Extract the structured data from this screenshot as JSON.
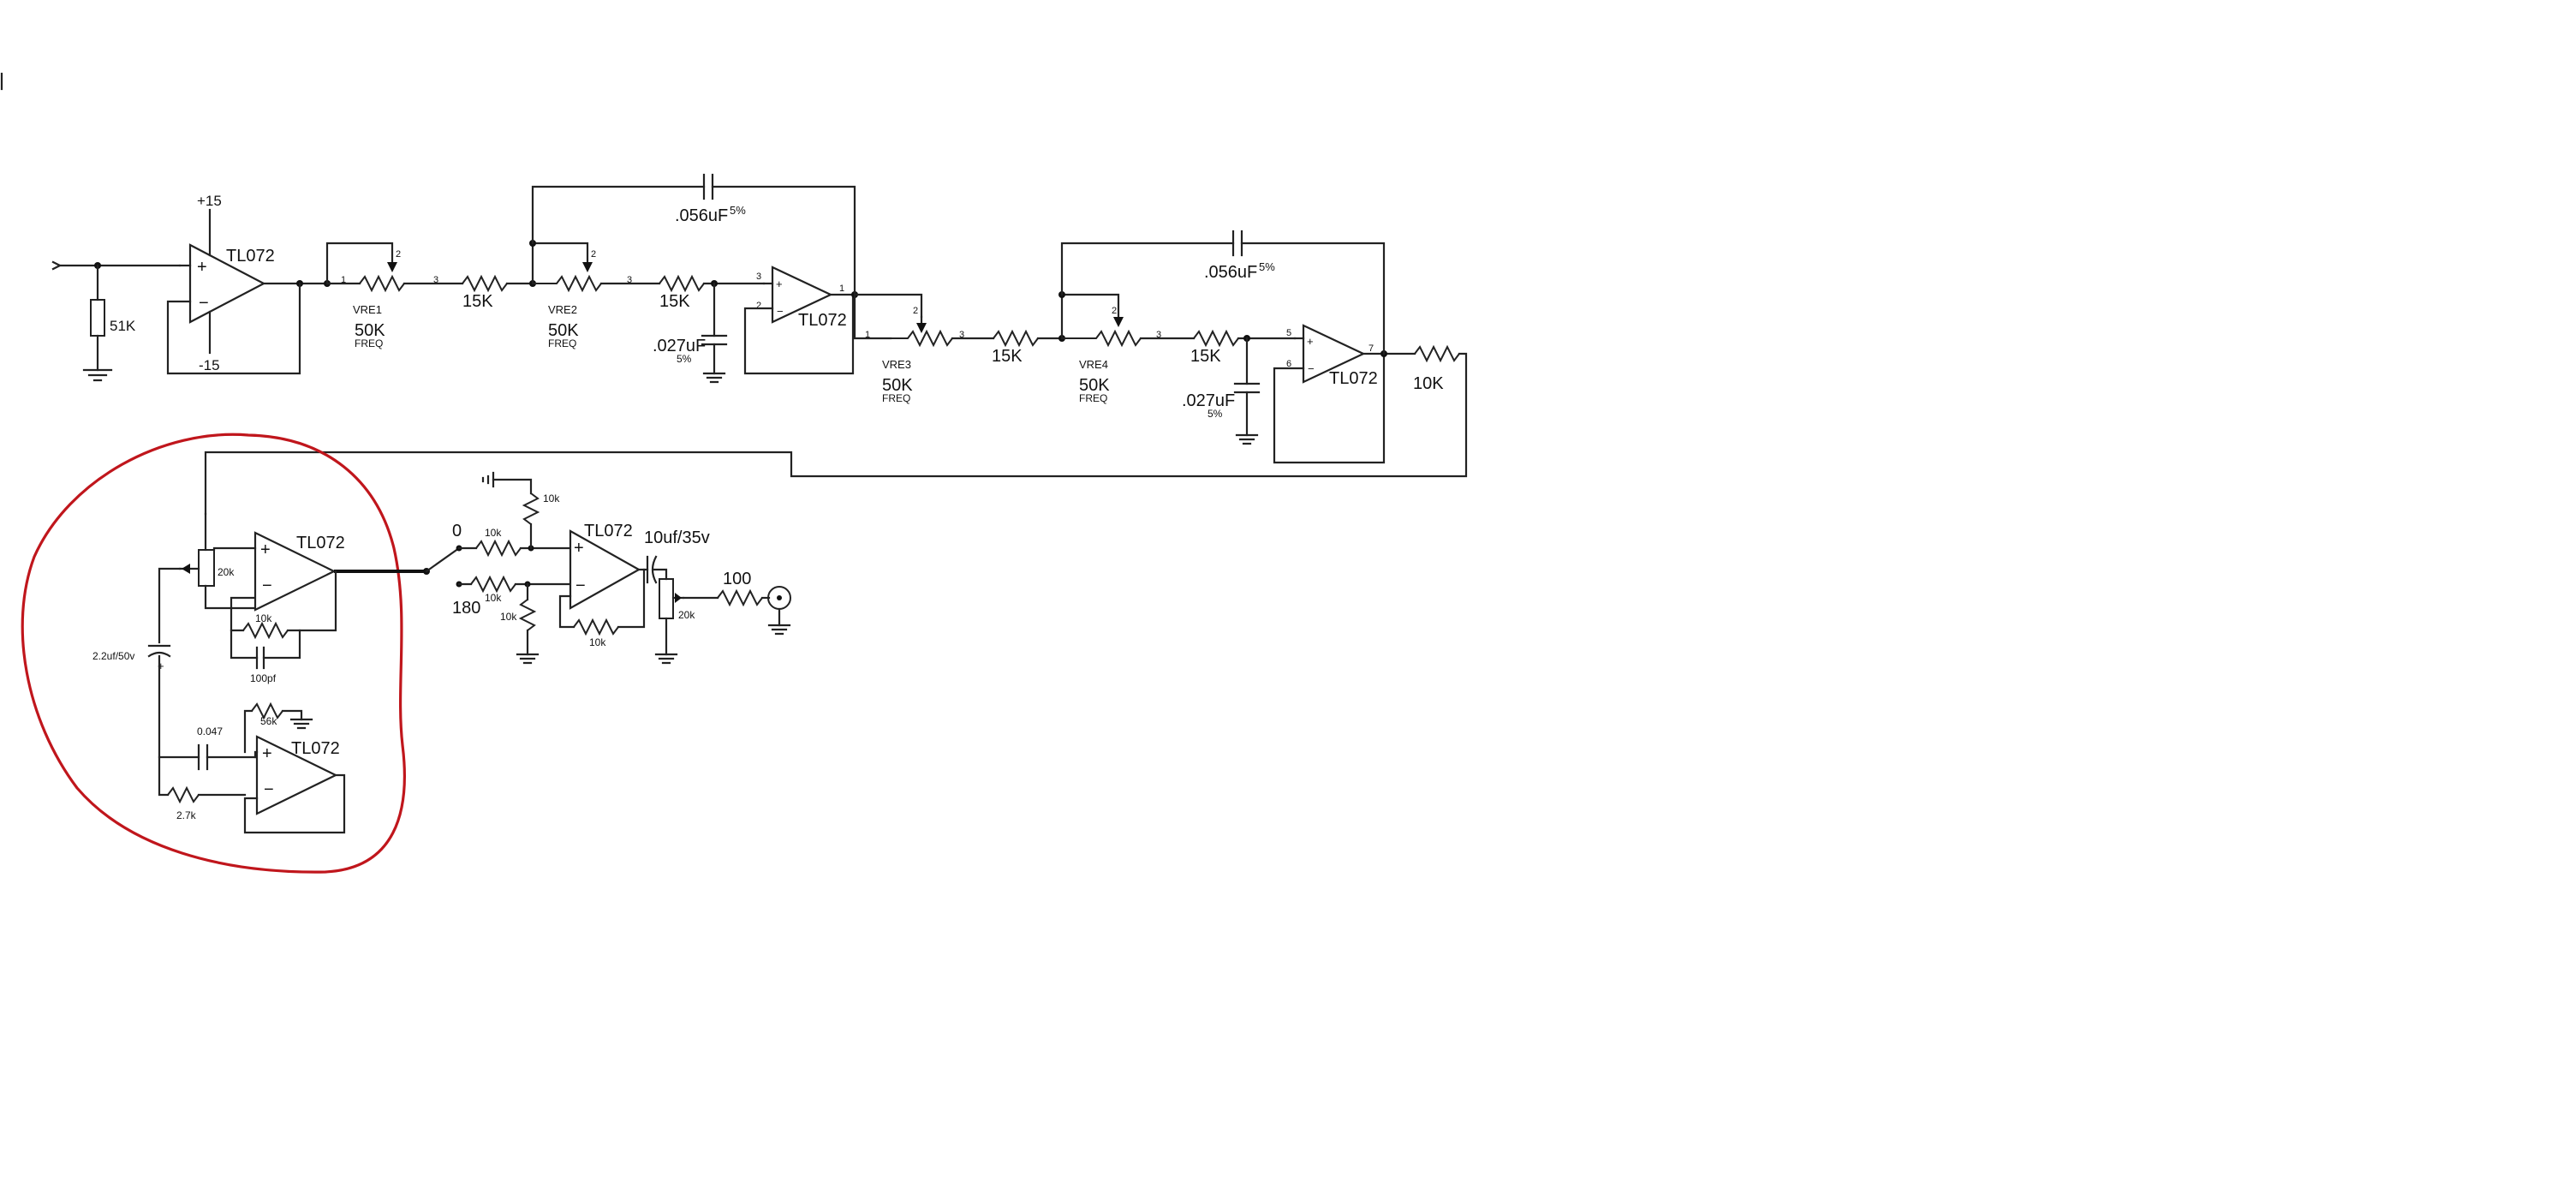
{
  "colors": {
    "wire": "#222222",
    "highlight": "#c0161c",
    "background": "#ffffff"
  },
  "filter": {
    "supply_pos": "+15",
    "supply_neg": "-15",
    "r_in": "51K",
    "opamp1": "TL072",
    "opamp2": "TL072",
    "opamp3": "TL072",
    "vre1": {
      "name": "VRE1",
      "value": "50K",
      "func": "FREQ"
    },
    "vre2": {
      "name": "VRE2",
      "value": "50K",
      "func": "FREQ"
    },
    "vre3": {
      "name": "VRE3",
      "value": "50K",
      "func": "FREQ"
    },
    "vre4": {
      "name": "VRE4",
      "value": "50K",
      "func": "FREQ"
    },
    "r1": "15K",
    "r2": "15K",
    "r3": "15K",
    "r4": "15K",
    "r_out": "10K",
    "c_fb1": ".056uF",
    "c_fb1_tol": "5%",
    "c_fb2": ".056uF",
    "c_fb2_tol": "5%",
    "c_gnd1": ".027uF",
    "c_gnd1_tol": "5%",
    "c_gnd2": ".027uF",
    "c_gnd2_tol": "5%",
    "pins": {
      "p1": "1",
      "p2": "2",
      "p3": "3",
      "p5": "5",
      "p6": "6",
      "p7": "7"
    }
  },
  "oscillator": {
    "opamp_a": "TL072",
    "opamp_b": "TL072",
    "pot": "20k",
    "r_fb": "10k",
    "c_fb": "100pf",
    "cap_elec": "2.2uf/50v",
    "c_small": "0.047",
    "r_56k": "56k",
    "r_27k": "2.7k"
  },
  "output": {
    "switch_0": "0",
    "switch_180": "180",
    "opamp": "TL072",
    "r_a": "10k",
    "r_b": "10k",
    "r_c": "10k",
    "r_d": "10k",
    "r_fb": "10k",
    "cap": "10uf/35v",
    "pot": "20k",
    "r_series": "100"
  }
}
